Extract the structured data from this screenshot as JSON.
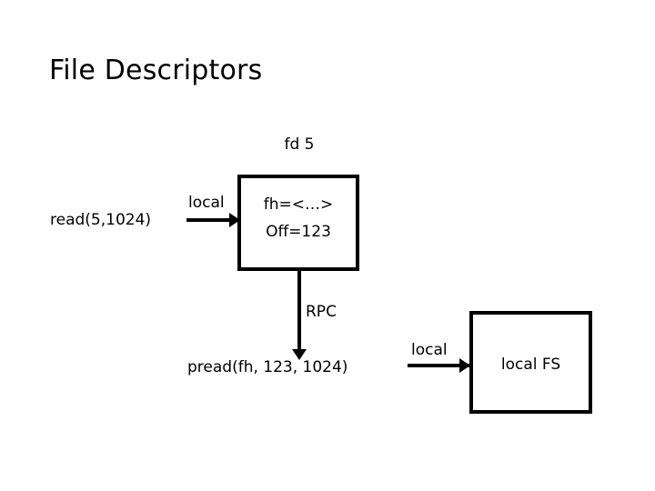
{
  "slide": {
    "title": "File Descriptors",
    "background_color": "#ffffff",
    "stroke_color": "#000000"
  },
  "diagram": {
    "fd_label": "fd 5",
    "read_call": "read(5,1024)",
    "local_label_1": "local",
    "fd_box": {
      "line1": "fh=<…>",
      "line2": "Off=123"
    },
    "rpc_label": "RPC",
    "pread_call": "pread(fh, 123, 1024)",
    "local_label_2": "local",
    "fs_box": {
      "line1": "local FS"
    }
  }
}
